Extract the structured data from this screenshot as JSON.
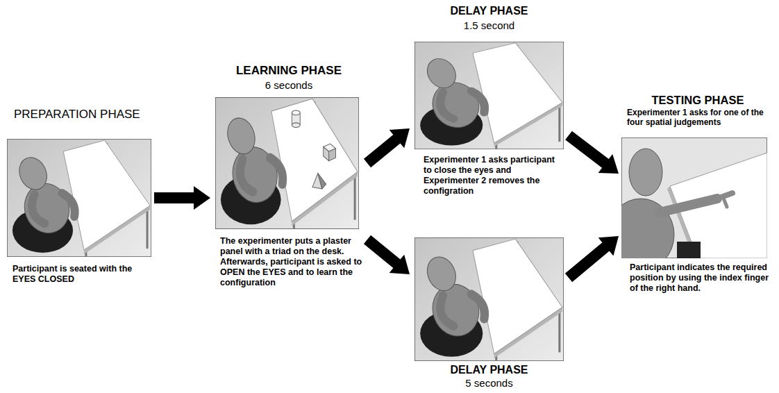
{
  "diagram": {
    "nodes": [
      {
        "text": [
          "PREPARATION PHASE",
          "Participant is seated with the EYES CLOSED"
        ]
      },
      {
        "text": [
          "LEARNING PHASE",
          "6 seconds",
          "The experimenter puts a plaster panel with a triad on the desk. Afterwards, participant is asked to OPEN the EYES and to learn the configuration"
        ]
      },
      {
        "text": [
          "DELAY PHASE",
          "1.5 second",
          "Experimenter 1 asks participant to close the eyes and Experimenter 2 removes the configration"
        ]
      },
      {
        "text": [
          "DELAY PHASE",
          "5 seconds"
        ]
      },
      {
        "text": [
          "TESTING PHASE",
          "Experimenter 1 asks for one of the four spatial judgements",
          "Participant indicates the required position by using the index finger of the right hand."
        ]
      }
    ],
    "edges": [
      {
        "from": 0,
        "to": 1,
        "arrow": "to"
      },
      {
        "from": 1,
        "to": 2,
        "arrow": "to"
      },
      {
        "from": 1,
        "to": 3,
        "arrow": "to"
      },
      {
        "from": 2,
        "to": 4,
        "arrow": "to"
      },
      {
        "from": 3,
        "to": 4,
        "arrow": "to"
      }
    ]
  }
}
